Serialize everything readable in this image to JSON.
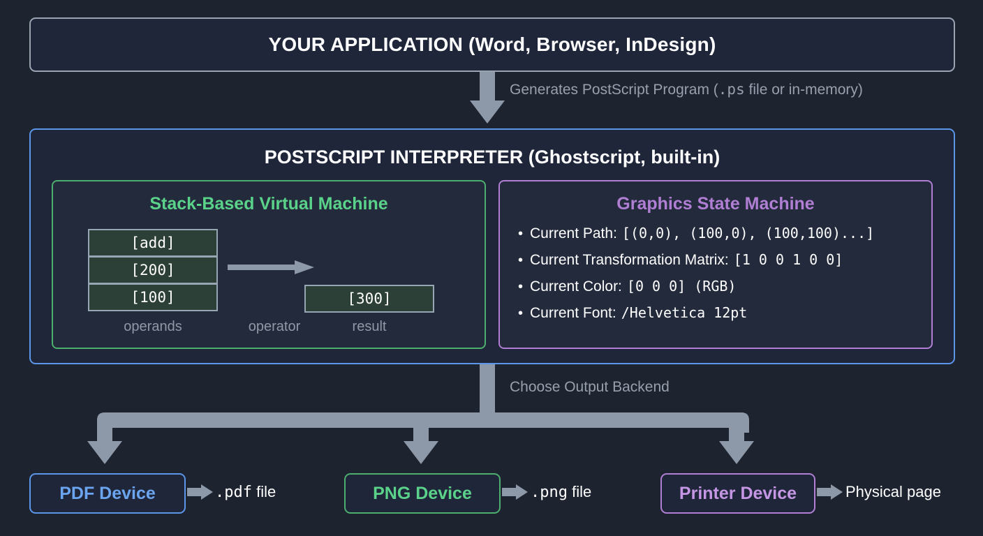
{
  "colors": {
    "background": "#1e2330",
    "panel_bg": "#20263a",
    "gray_border": "#9aa5b1",
    "blue": "#5b96e8",
    "blue_text": "#6ba5f0",
    "green": "#4caf6e",
    "green_text": "#5ad28a",
    "purple": "#b07fd4",
    "purple_text": "#c596e4",
    "arrow_gray": "#8d99a8",
    "muted_text": "#98a0ad",
    "stack_cell_fill": "#2d4038",
    "stack_cell_border": "#98a5b3"
  },
  "application": {
    "title": "YOUR APPLICATION (Word, Browser, InDesign)"
  },
  "edges": {
    "app_to_interpreter": {
      "prefix": "Generates PostScript Program (",
      "mono": ".ps",
      "suffix": " file or in-memory)"
    },
    "interpreter_to_devices": {
      "label": "Choose Output Backend"
    }
  },
  "interpreter": {
    "title": "POSTSCRIPT INTERPRETER (Ghostscript, built-in)",
    "vm_panel": {
      "title": "Stack-Based Virtual Machine",
      "stack_cells": [
        "[add]",
        "[200]",
        "[100]"
      ],
      "result_cell": "[300]",
      "captions": {
        "operands": "operands",
        "operator": "operator",
        "result": "result"
      },
      "arrow_icon": "right-arrow-icon"
    },
    "gs_panel": {
      "title": "Graphics State Machine",
      "items": [
        {
          "bullet": "•",
          "label": "Current Path:",
          "value": "[(0,0), (100,0), (100,100)...]"
        },
        {
          "bullet": "•",
          "label": "Current Transformation Matrix:",
          "value": "[1 0 0 1 0 0]"
        },
        {
          "bullet": "•",
          "label": "Current Color:",
          "value": "[0 0 0] (RGB)"
        },
        {
          "bullet": "•",
          "label": "Current Font:",
          "value": "/Helvetica 12pt"
        }
      ]
    }
  },
  "devices": [
    {
      "name": "PDF Device",
      "output_mono": ".pdf",
      "output_text": " file",
      "accent": "#5b96e8"
    },
    {
      "name": "PNG Device",
      "output_mono": ".png",
      "output_text": " file",
      "accent": "#4caf6e"
    },
    {
      "name": "Printer Device",
      "output_mono": "",
      "output_text": "Physical page",
      "accent": "#b07fd4"
    }
  ]
}
